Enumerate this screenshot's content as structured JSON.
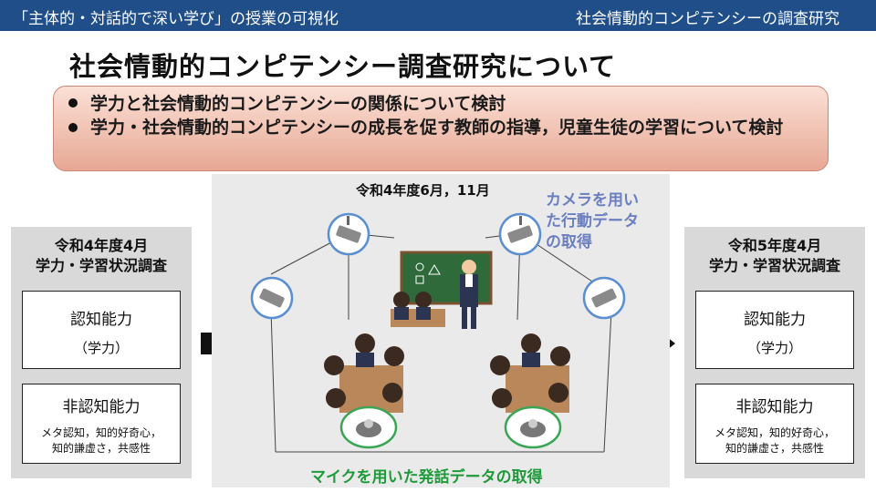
{
  "header": {
    "left": "「主体的・対話的で深い学び」の授業の可視化",
    "right": "社会情動的コンピテンシーの調査研究"
  },
  "title": "社会情動的コンピテンシー調査研究について",
  "summary": {
    "bullets": [
      "学力と社会情動的コンピテンシーの関係について検討",
      "学力・社会情動的コンピテンシーの成長を促す教師の指導，児童生徒の学習について検討"
    ]
  },
  "left_panel": {
    "heading_line1": "令和4年度4月",
    "heading_line2": "学力・学習状況調査",
    "box1_title": "認知能力",
    "box1_sub": "（学力）",
    "box2_title": "非認知能力",
    "box2_line1": "メタ認知，知的好奇心，",
    "box2_line2": "知的謙虚さ，共感性"
  },
  "right_panel": {
    "heading_line1": "令和5年度4月",
    "heading_line2": "学力・学習状況調査",
    "box1_title": "認知能力",
    "box1_sub": "（学力）",
    "box2_title": "非認知能力",
    "box2_line1": "メタ認知，知的好奇心，",
    "box2_line2": "知的謙虚さ，共感性"
  },
  "center": {
    "date": "令和4年度6月，11月",
    "camera_line1": "カメラを用い",
    "camera_line2": "た行動データ",
    "camera_line3": "の取得",
    "mic_label": "マイクを用いた発話データの取得"
  },
  "colors": {
    "header_bg": "#1f4e89",
    "camera_text": "#6b7fc0",
    "mic_text": "#1f9a3a",
    "mic_ring": "#3aa655",
    "camera_ring": "#5b8fd0",
    "summary_fill": "#e9ad99"
  }
}
